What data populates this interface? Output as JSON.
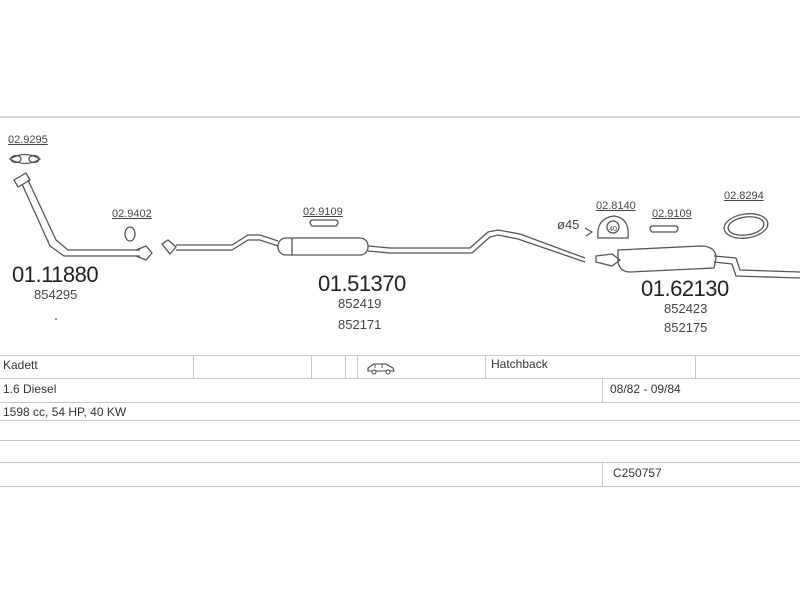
{
  "diagram": {
    "parts": [
      {
        "id": "p1",
        "code": "02.9295"
      },
      {
        "id": "p2",
        "code": "02.9402"
      },
      {
        "id": "p3",
        "code": "02.9109"
      },
      {
        "id": "p4",
        "code": "02.8140"
      },
      {
        "id": "p5",
        "code": "02.9109"
      },
      {
        "id": "p6",
        "code": "02.8294"
      }
    ],
    "assemblies": [
      {
        "id": "a1",
        "number": "01.11880",
        "refs": [
          "854295"
        ]
      },
      {
        "id": "a2",
        "number": "01.51370",
        "refs": [
          "852419",
          "852171"
        ]
      },
      {
        "id": "a3",
        "number": "01.62130",
        "refs": [
          "852423",
          "852175"
        ]
      }
    ],
    "note": "ø45",
    "clamp_label": "40"
  },
  "vehicle": {
    "model": "Kadett",
    "body": "Hatchback",
    "engine": "1.6 Diesel",
    "years": "08/82 - 09/84",
    "specs": "1598 cc, 54 HP, 40 KW",
    "code": "C250757"
  },
  "colors": {
    "line": "#555555",
    "grid": "#c9c9c9"
  },
  "icons": {
    "body_type": "car-hatchback-icon"
  }
}
